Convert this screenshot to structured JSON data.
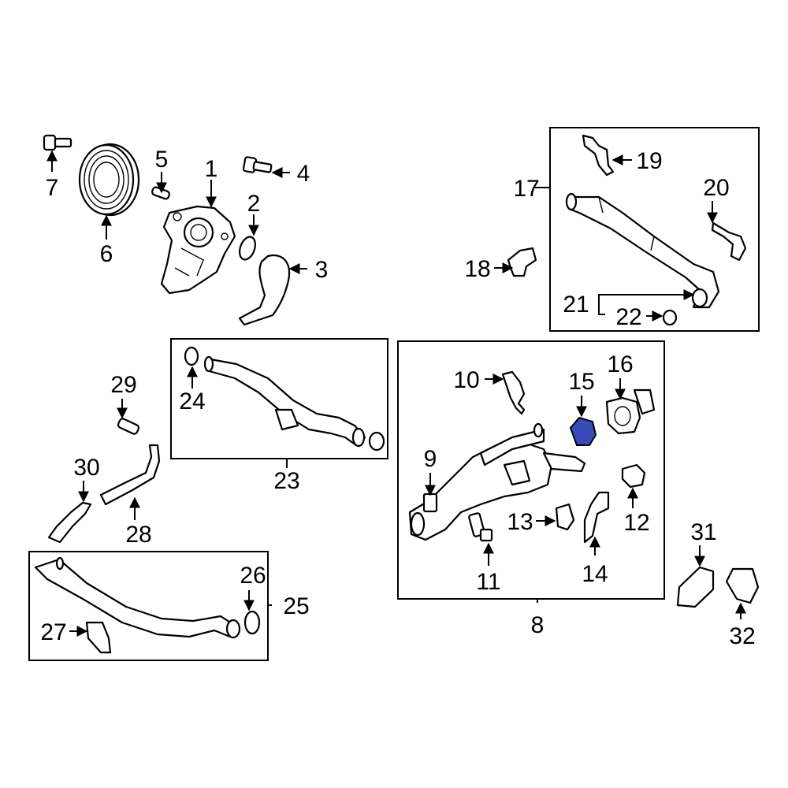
{
  "diagram": {
    "highlight_color": "#3a4bb8",
    "line_color": "#000000",
    "background": "#ffffff",
    "highlighted_part": "15",
    "callouts": [
      "1",
      "2",
      "3",
      "4",
      "5",
      "6",
      "7",
      "8",
      "9",
      "10",
      "11",
      "12",
      "13",
      "14",
      "15",
      "16",
      "17",
      "18",
      "19",
      "20",
      "21",
      "22",
      "23",
      "24",
      "25",
      "26",
      "27",
      "28",
      "29",
      "30",
      "31",
      "32"
    ]
  }
}
